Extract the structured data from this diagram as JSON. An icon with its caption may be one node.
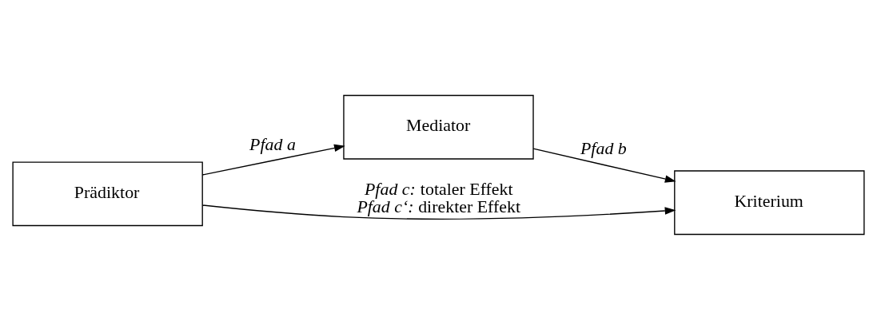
{
  "diagram": {
    "nodes": [
      {
        "text": [
          "Mediator"
        ]
      },
      {
        "text": [
          "Prädiktor"
        ]
      },
      {
        "text": [
          "Kriterium"
        ]
      }
    ],
    "edges": [
      {
        "from": 1,
        "to": 0,
        "arrow": "to",
        "label": "Pfad a"
      },
      {
        "from": 0,
        "to": 2,
        "arrow": "to",
        "label": "Pfad b"
      },
      {
        "from": 1,
        "to": 2,
        "arrow": "to",
        "label": "*Pfad c:* totaler Effekt *Pfad c‘:* direkter Effekt"
      }
    ]
  }
}
